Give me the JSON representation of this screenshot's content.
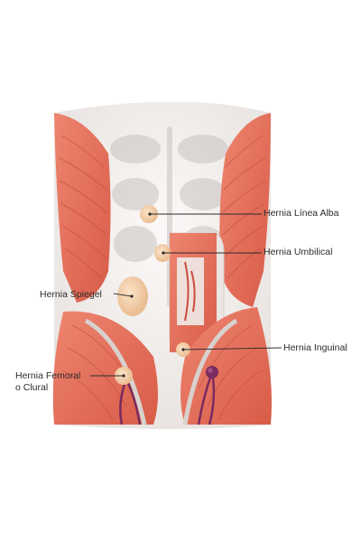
{
  "labels": {
    "linea_alba": "Hernia Línea Alba",
    "umbilical": "Hernia Umbilical",
    "spiegel": "Hernia Spiegel",
    "inguinal": "Hernia Inguinal",
    "femoral_line1": "Hernia Femoral",
    "femoral_line2": "o Clural"
  },
  "colors": {
    "muscle": "#e8735f",
    "muscle_dark": "#c94d3d",
    "skin": "#f5f1ee",
    "shadow": "#cfcac7",
    "hernia": "#f2c9a0",
    "vessel": "#7a2a5e",
    "leader_line": "#2b2b2b"
  }
}
